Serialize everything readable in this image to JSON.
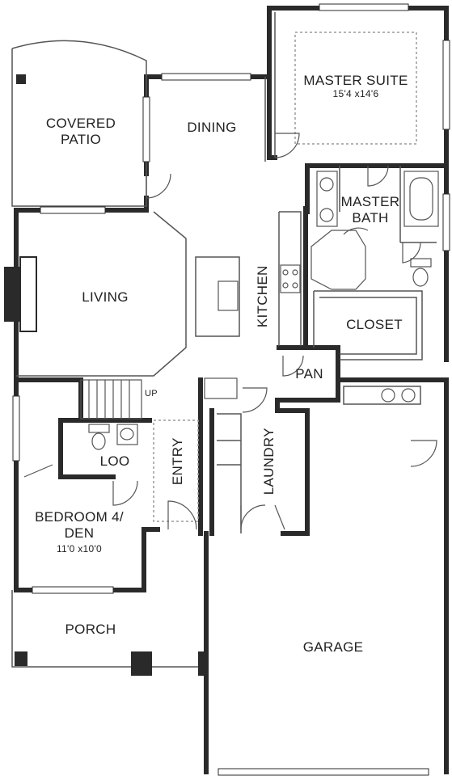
{
  "rooms": {
    "covered_patio": {
      "line1": "COVERED",
      "line2": "PATIO"
    },
    "dining": "DINING",
    "master_suite": {
      "name": "MASTER SUITE",
      "size": "15'4 x14'6"
    },
    "master_bath": {
      "line1": "MASTER",
      "line2": "BATH"
    },
    "living": "LIVING",
    "kitchen": "KITCHEN",
    "closet": "CLOSET",
    "pantry": "PAN",
    "up": "UP",
    "loo": "LOO",
    "entry": "ENTRY",
    "laundry": "LAUNDRY",
    "bedroom4": {
      "line1": "BEDROOM 4/",
      "line2": "DEN",
      "size": "11'0 x10'0"
    },
    "porch": "PORCH",
    "garage": "GARAGE"
  },
  "colors": {
    "wall": "#2a2a2a",
    "thin_line": "#555555",
    "dashed": "#9a9a9a",
    "background": "#ffffff"
  }
}
